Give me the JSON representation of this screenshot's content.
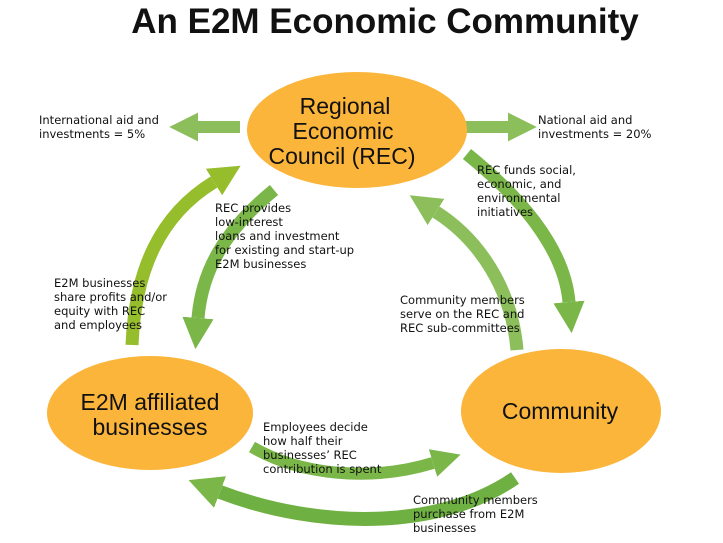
{
  "title": "An E2M Economic Community",
  "colors": {
    "node_fill": "#fbb53a",
    "arrow_green": "#7ab648",
    "arrow_olive": "#95bd2c",
    "arrow_light": "#8cbf5c"
  },
  "nodes": {
    "rec": [
      "Regional",
      "Economic",
      "Council (REC)"
    ],
    "businesses": [
      "E2M affiliated",
      "businesses"
    ],
    "community": [
      "Community"
    ]
  },
  "labels": {
    "international": [
      "International aid and",
      "investments = 5%"
    ],
    "national": [
      "National aid and",
      "investments = 20%"
    ],
    "rec_funds": [
      "REC funds social,",
      "economic, and",
      "environmental",
      "initiatives"
    ],
    "rec_provides": [
      "REC provides",
      "low-interest",
      "loans and investment",
      "for existing and start-up",
      "E2M businesses"
    ],
    "share_profits": [
      "E2M businesses",
      "share profits and/or",
      "equity with REC",
      "and employees"
    ],
    "serve": [
      "Community members",
      "serve on the REC and",
      "REC sub-committees"
    ],
    "employees": [
      "Employees decide",
      "how half their",
      "businesses’ REC",
      "contribution is spent"
    ],
    "purchase": [
      "Community members",
      "purchase from E2M",
      "businesses"
    ]
  }
}
